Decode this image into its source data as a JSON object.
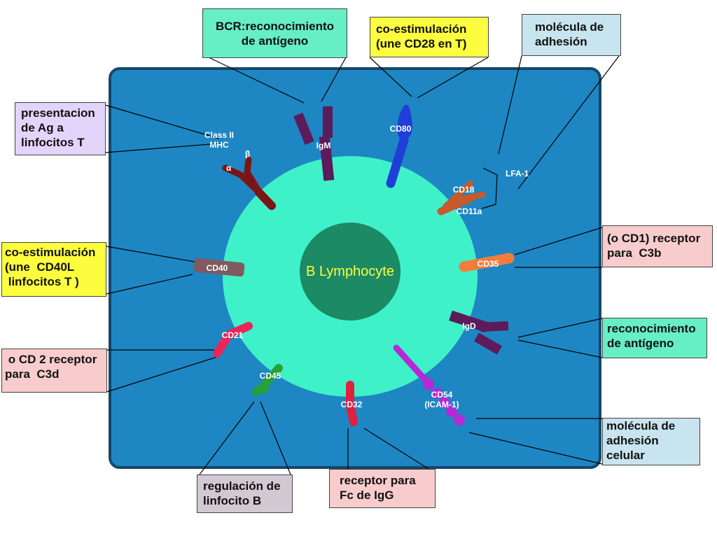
{
  "diagram": {
    "cell_label": "B Lymphocyte",
    "colors": {
      "background_panel": "#1e86c2",
      "cytoplasm": "#3ff1c9",
      "nucleus": "#1c8a64",
      "callout_green": "#66eec4",
      "callout_yellow": "#fdfd3f",
      "callout_blue": "#c8e4ee",
      "callout_purple": "#e3d4fb",
      "callout_pink": "#f8cccc",
      "callout_gray": "#d2c9d3"
    },
    "molecules": {
      "class2": {
        "name1": "Class II",
        "name2": "MHC",
        "alpha": "α",
        "beta": "β"
      },
      "igm": "IgM",
      "cd80": "CD80",
      "lfa1": "LFA-1",
      "cd18": "CD18",
      "cd11a": "CD11a",
      "cd40": "CD40",
      "cd35": "CD35",
      "igd": "IgD",
      "cd21": "CD21",
      "cd45": "CD45",
      "cd32": "CD32",
      "cd54": "CD54",
      "icam1": "(ICAM-1)"
    },
    "callouts": {
      "bcr": [
        "BCR:reconocimiento",
        "de antígeno"
      ],
      "costim_cd28": [
        "co-estimulación",
        "(une CD28 en T)"
      ],
      "adhesion_top": [
        "molécula de",
        "adhesión"
      ],
      "class2_pres": [
        "presentacion",
        "de Ag a",
        "linfocitos T"
      ],
      "costim_cd40": [
        "co-estimulación",
        "(une  CD40L",
        " linfocitos T )"
      ],
      "cd35_rec": [
        "(o CD1) receptor",
        "para  C3b"
      ],
      "igd_rec": [
        "reconocimiento",
        "de antígeno"
      ],
      "cd21_rec": [
        " o CD 2 receptor",
        "para  C3d"
      ],
      "adhesion_cell": [
        "molécula de",
        "adhesión",
        "celular"
      ],
      "cd45_reg": [
        "regulación de",
        "linfocito B"
      ],
      "cd32_rec": [
        "receptor para",
        "Fc de IgG"
      ]
    }
  }
}
